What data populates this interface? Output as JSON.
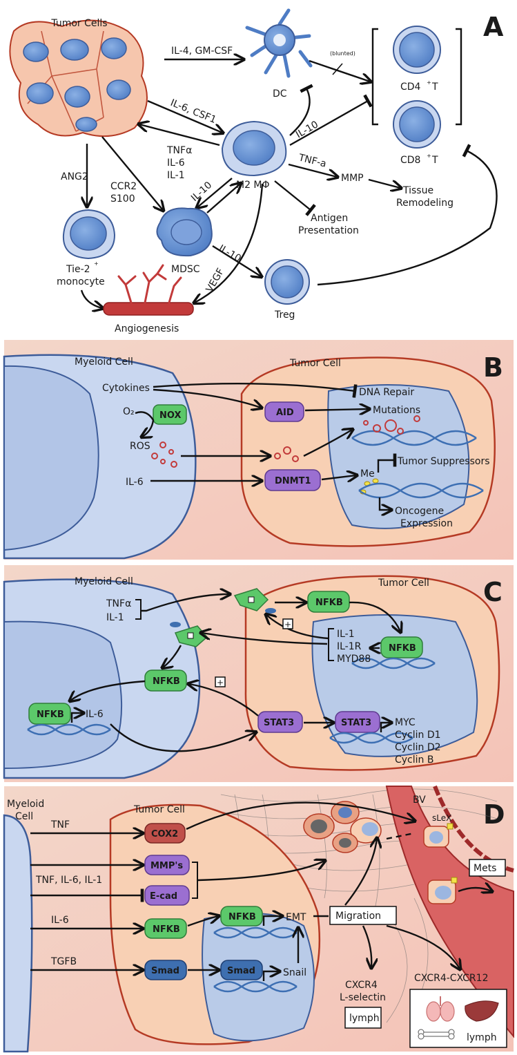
{
  "panels": {
    "A": {
      "letter": "A",
      "tumor_cells": "Tumor Cells",
      "il4_gmcsf": "IL-4, GM-CSF",
      "dc": "DC",
      "blunted": "(blunted)",
      "cd4": "CD4",
      "cd8": "CD8",
      "t_suffix": "T",
      "plus": "+",
      "il6_csf1": "IL-6, CSF1",
      "il10_top": "IL-10",
      "tnfa_il6_il1": [
        "TNFα",
        "IL-6",
        "IL-1"
      ],
      "tnf_a": "TNF-a",
      "mmp": "MMP",
      "tissue_remodeling": [
        "Tissue",
        "Remodeling"
      ],
      "m2": "M2 MΦ",
      "ang2": "ANG2",
      "ccr2_s100": [
        "CCR2",
        "S100"
      ],
      "il10_mdsc": "IL-10",
      "antigen_presentation": [
        "Antigen",
        "Presentation"
      ],
      "tie2": "Tie-2",
      "monocyte": "monocyte",
      "mdsc": "MDSC",
      "il10_treg": "IL-10",
      "vegf": "VEGF",
      "treg": "Treg",
      "angiogenesis": "Angiogenesis"
    },
    "B": {
      "letter": "B",
      "myeloid": "Myeloid Cell",
      "tumor": "Tumor Cell",
      "cytokines": "Cytokines",
      "o2": "O₂",
      "nox": "NOX",
      "ros": "ROS",
      "il6": "IL-6",
      "aid": "AID",
      "dnmt1": "DNMT1",
      "dna_repair": "DNA Repair",
      "mutations": "Mutations",
      "me": "Me",
      "tumor_suppressors": "Tumor Suppressors",
      "oncogene": [
        "Oncogene",
        "Expression"
      ]
    },
    "C": {
      "letter": "C",
      "myeloid": "Myeloid Cell",
      "tumor": "Tumor Cell",
      "tnfa": "TNFα",
      "il1": "IL-1",
      "nfkb": "NFKB",
      "il6": "IL-6",
      "plus": "+",
      "stat3": "STAT3",
      "il1_list": [
        "IL-1",
        "IL-1R",
        "MYD88"
      ],
      "targets": [
        "MYC",
        "Cyclin D1",
        "Cyclin D2",
        "Cyclin B"
      ]
    },
    "D": {
      "letter": "D",
      "myeloid": [
        "Myeloid",
        "Cell"
      ],
      "tumor": "Tumor Cell",
      "tnf": "TNF",
      "tnf_il6_il1": "TNF, IL-6, IL-1",
      "il6": "IL-6",
      "tgfb": "TGFB",
      "cox2": "COX2",
      "mmps": "MMP's",
      "ecad": "E-cad",
      "nfkb": "NFKB",
      "smad": "Smad",
      "emt": "EMT",
      "snail": "Snail",
      "migration": "Migration",
      "bv": "BV",
      "slex": "sLeX",
      "mets": "Mets",
      "cxcr4": [
        "CXCR4",
        "L-selectin"
      ],
      "lymph_box": "lymph",
      "cxcr4_cxcl12": "CXCR4-CXCR12",
      "lymph_organs": "lymph"
    }
  },
  "colors": {
    "tumor_fill": "#f6c6ad",
    "tumor_stroke": "#b53a24",
    "immune_fill": "#6f9ad6",
    "myeloid_fill": "#c9d7f0",
    "nucleus_fill": "#b9cbe8",
    "green_protein": "#5cc86a",
    "purple_protein": "#9b6fd1",
    "red_protein": "#c0504a",
    "blue_protein": "#3e6fb0",
    "vessel": "#c23a3a",
    "panel_bg": "#f6d9cf"
  }
}
